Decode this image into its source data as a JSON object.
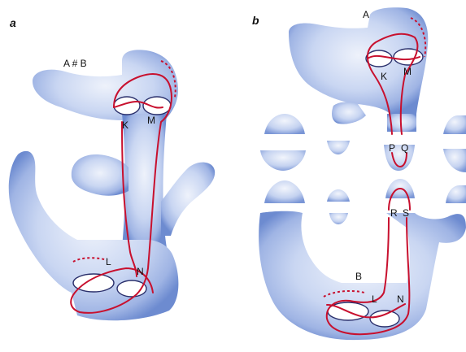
{
  "panels": [
    {
      "id": "a",
      "letter": "a",
      "relation": "A # B",
      "handle_labels": {
        "K": "K",
        "M": "M",
        "L": "L",
        "N": "N"
      }
    },
    {
      "id": "b",
      "letter": "b",
      "top_label": "A",
      "bottom_label": "B",
      "handle_labels": {
        "K": "K",
        "M": "M",
        "L": "L",
        "N": "N"
      },
      "cut_labels": {
        "P": "P",
        "Q": "Q",
        "R": "R",
        "S": "S"
      }
    }
  ],
  "colors": {
    "surface_light": "#e4ebf8",
    "surface_mid": "#a9bde8",
    "surface_edge": "#5f7ec9",
    "curve": "#c8102e",
    "hole_outline": "#2a2f6b"
  }
}
